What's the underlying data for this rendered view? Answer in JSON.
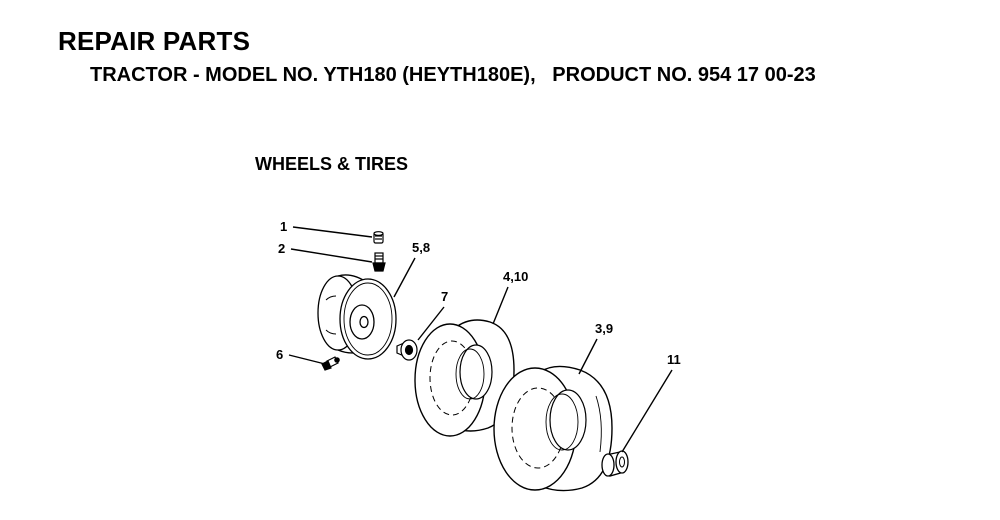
{
  "header": {
    "title": "REPAIR PARTS",
    "subtitle": "TRACTOR - MODEL NO. YTH180 (HEYTH180E),   PRODUCT NO. 954 17 00-23"
  },
  "section": {
    "title": "WHEELS & TIRES"
  },
  "callouts": {
    "c1": "1",
    "c2": "2",
    "c58": "5,8",
    "c7": "7",
    "c410": "4,10",
    "c39": "3,9",
    "c6": "6",
    "c11": "11"
  },
  "parts": [
    {
      "label": "1",
      "icon": "valve-cap-icon"
    },
    {
      "label": "2",
      "icon": "valve-stem-icon"
    },
    {
      "label": "5,8",
      "icon": "wheel-rim-icon"
    },
    {
      "label": "7",
      "icon": "washer-icon"
    },
    {
      "label": "4,10",
      "icon": "front-tire-icon"
    },
    {
      "label": "3,9",
      "icon": "rear-tire-icon"
    },
    {
      "label": "6",
      "icon": "grease-fitting-icon"
    },
    {
      "label": "11",
      "icon": "bushing-icon"
    }
  ]
}
